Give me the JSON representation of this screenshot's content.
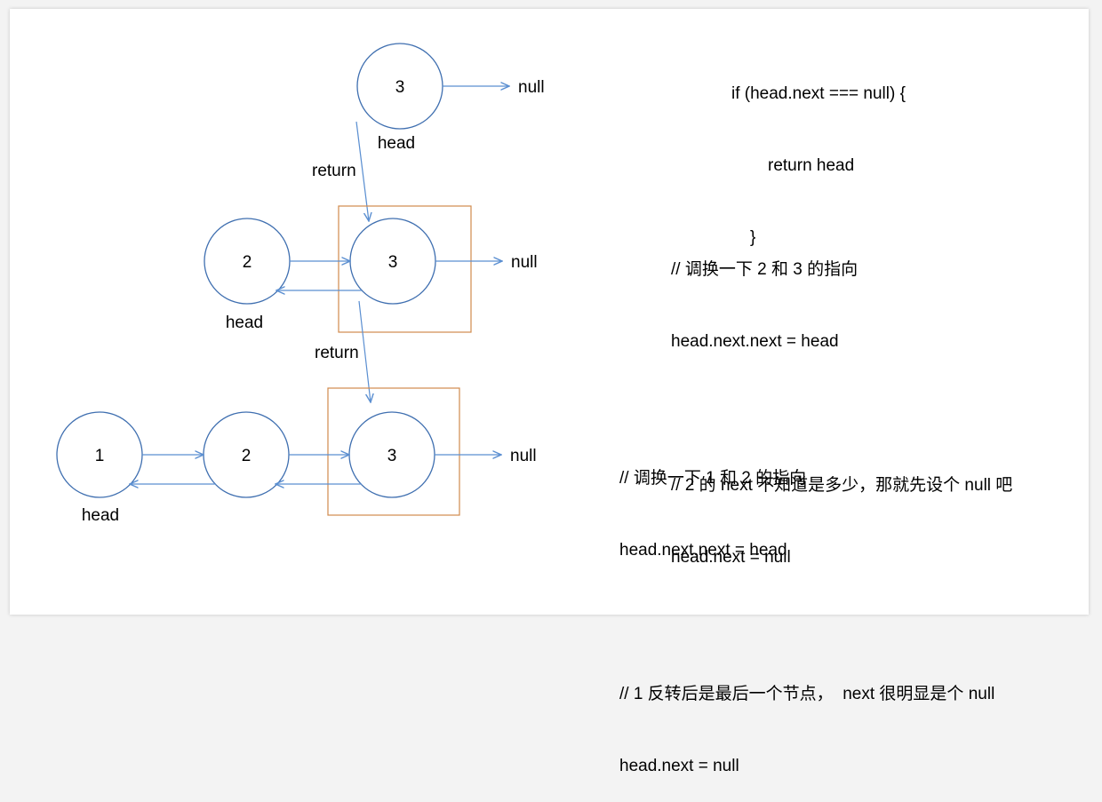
{
  "code_top": {
    "line1": "if (head.next === null) {",
    "line2": "return head",
    "line3": "}"
  },
  "notes_mid": {
    "line1": "// 调换一下 2 和 3 的指向",
    "line2": "head.next.next = head",
    "line3": "// 2 的 next 不知道是多少，那就先设个 null 吧",
    "line4": "head.next = null"
  },
  "notes_bottom": {
    "line1": "// 调换一下 1 和 2 的指向",
    "line2": "head.next.next = head",
    "line3": "// 1 反转后是最后一个节点，  next 很明显是个 null",
    "line4": "head.next = null"
  },
  "row1": {
    "node3": "3",
    "null_label": "null",
    "head_label": "head"
  },
  "return_label_1": "return",
  "row2": {
    "node2": "2",
    "node3": "3",
    "null_label": "null",
    "head_label": "head"
  },
  "return_label_2": "return",
  "row3": {
    "node1": "1",
    "node2": "2",
    "node3": "3",
    "null_label": "null",
    "head_label": "head"
  },
  "colors": {
    "node_stroke": "#3f6fb0",
    "edge": "#5b8fd1",
    "box": "#d08a4c"
  }
}
